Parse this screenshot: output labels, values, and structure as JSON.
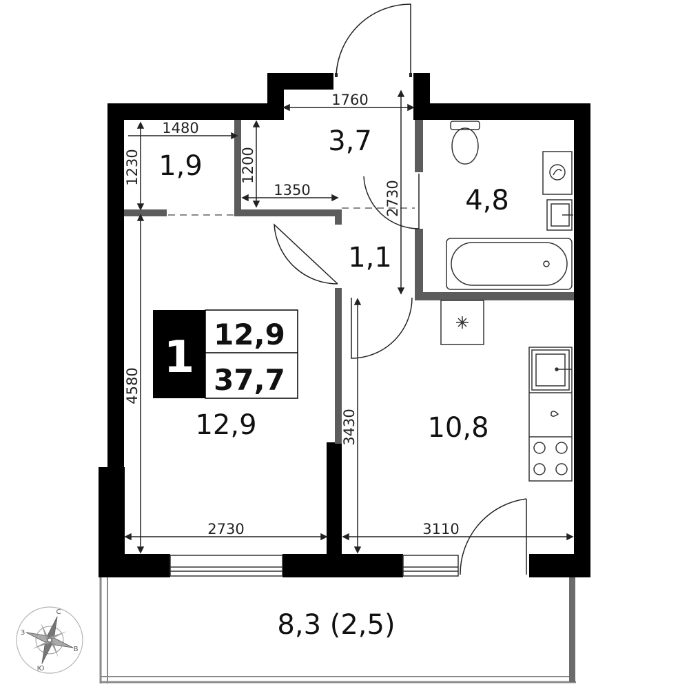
{
  "plan": {
    "rooms": [
      {
        "id": "room-storage",
        "area": "1,9"
      },
      {
        "id": "room-hall",
        "area": "3,7"
      },
      {
        "id": "room-bathroom",
        "area": "4,8"
      },
      {
        "id": "room-corridor",
        "area": "1,1"
      },
      {
        "id": "room-living",
        "area": "12,9"
      },
      {
        "id": "room-kitchen",
        "area": "10,8"
      },
      {
        "id": "room-loggia",
        "area": "8,3 (2,5)"
      }
    ],
    "dimensions": {
      "storage_width": "1480",
      "storage_height": "1230",
      "hall_width": "1760",
      "hall_partition_height": "1200",
      "hall_partition_width": "1350",
      "corridor_length": "2730",
      "living_height": "4580",
      "living_width": "2730",
      "kitchen_height": "3430",
      "kitchen_width": "3110"
    },
    "badge": {
      "rooms": "1",
      "living_area": "12,9",
      "total_area": "37,7"
    },
    "compass": {
      "north": "С",
      "east": "В",
      "south": "Ю",
      "west": "З"
    }
  }
}
